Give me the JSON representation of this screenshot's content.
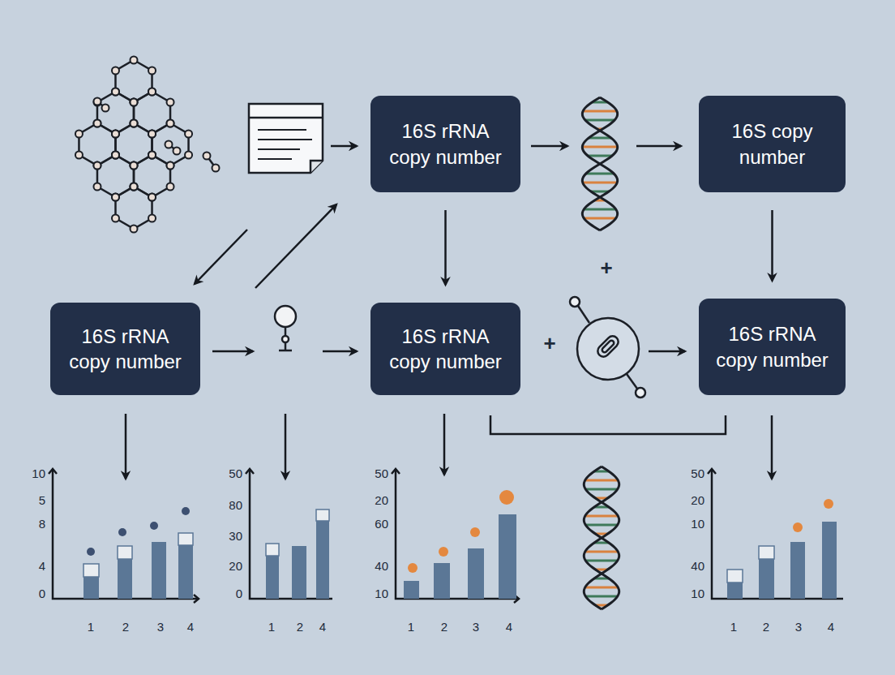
{
  "diagram": {
    "nodes": [
      {
        "text": [
          "16S rRNA copy number"
        ]
      },
      {
        "text": [
          "16S copy number"
        ]
      },
      {
        "text": [
          "16S rRNA copy number"
        ]
      },
      {
        "text": [
          "16S rRNA copy number"
        ]
      },
      {
        "text": [
          "16S rRNA copy number"
        ]
      }
    ],
    "edges": [
      {
        "from": 0,
        "to": 3,
        "arrow": "to"
      },
      {
        "from": 1,
        "to": 4,
        "arrow": "to"
      }
    ],
    "labels": [
      "+",
      "+",
      "10",
      "5",
      "8",
      "4",
      "0",
      "1",
      "2",
      "3",
      "4",
      "50",
      "80",
      "30",
      "20",
      "0",
      "1",
      "2",
      "4",
      "50",
      "20",
      "60",
      "40",
      "10",
      "1",
      "2",
      "3",
      "4",
      "50",
      "20",
      "10",
      "40",
      "10",
      "1",
      "2",
      "3",
      "4"
    ]
  }
}
